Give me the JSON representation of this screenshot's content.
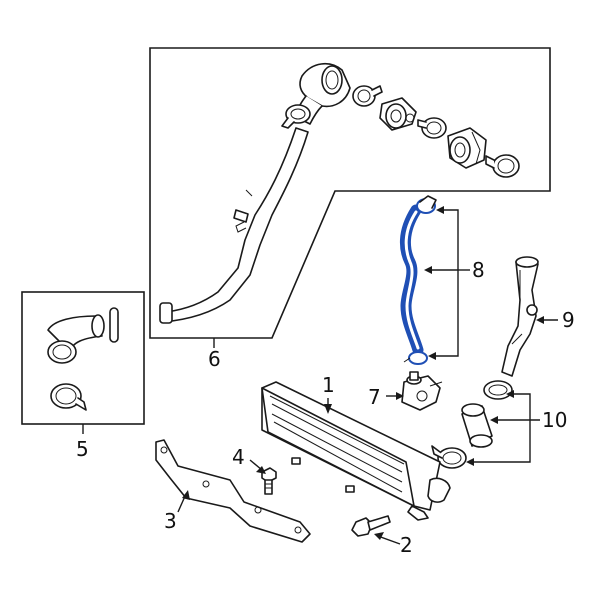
{
  "callouts": {
    "c1": "1",
    "c2": "2",
    "c3": "3",
    "c4": "4",
    "c5": "5",
    "c6": "6",
    "c7": "7",
    "c8": "8",
    "c9": "9",
    "c10": "10"
  },
  "colors": {
    "highlight": "#1f4fb5",
    "line": "#1a1a1a",
    "background": "#ffffff"
  }
}
